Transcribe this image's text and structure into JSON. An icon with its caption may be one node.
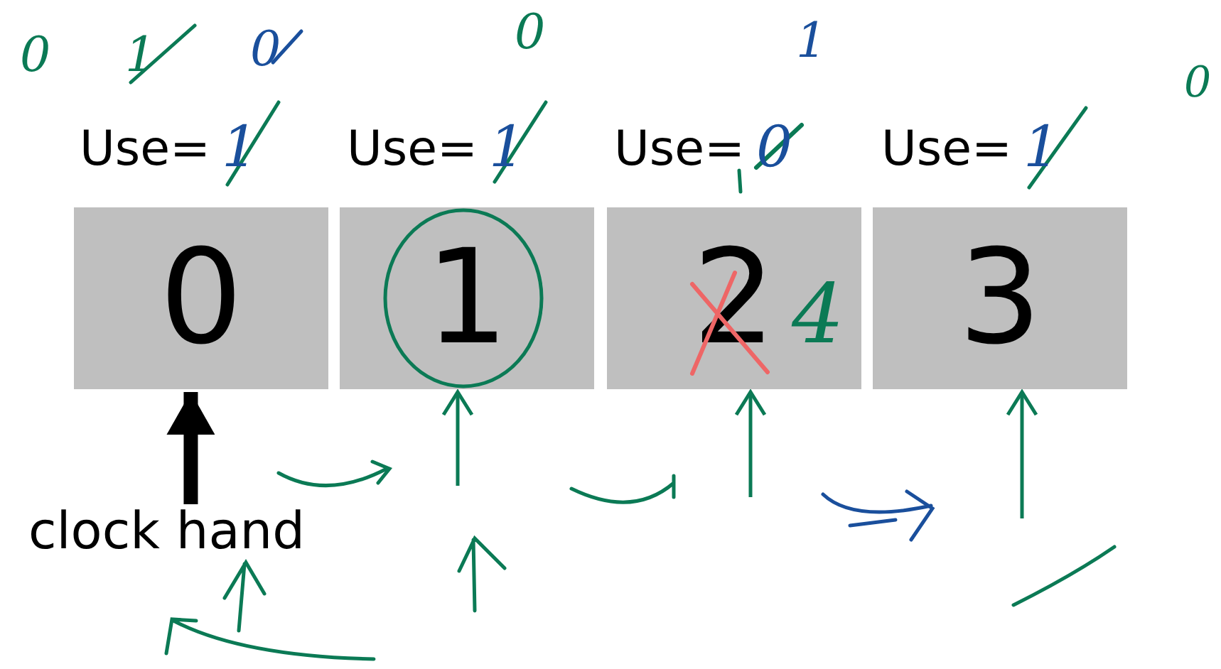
{
  "diagram": {
    "nodes": [
      {
        "text": [
          "0"
        ],
        "beside": [
          "Use="
        ]
      },
      {
        "text": [
          "1"
        ],
        "beside": [
          "Use="
        ]
      },
      {
        "text": [
          "2"
        ],
        "beside": [
          "Use="
        ]
      },
      {
        "text": [
          "3"
        ],
        "beside": [
          "Use="
        ]
      },
      {
        "text": [
          "clock hand"
        ]
      }
    ],
    "edges": [
      {
        "from": 4,
        "to": 0,
        "arrow": "to",
        "style": "thick",
        "color": "#000000"
      },
      {
        "from": null,
        "to": 1,
        "arrow": "to"
      },
      {
        "from": null,
        "to": 2,
        "arrow": "to"
      },
      {
        "from": null,
        "to": 3,
        "arrow": "to"
      }
    ],
    "labels": [
      "0",
      "1",
      "0",
      "0",
      "1",
      "0",
      "1",
      "1",
      "0",
      "1",
      "4"
    ]
  }
}
